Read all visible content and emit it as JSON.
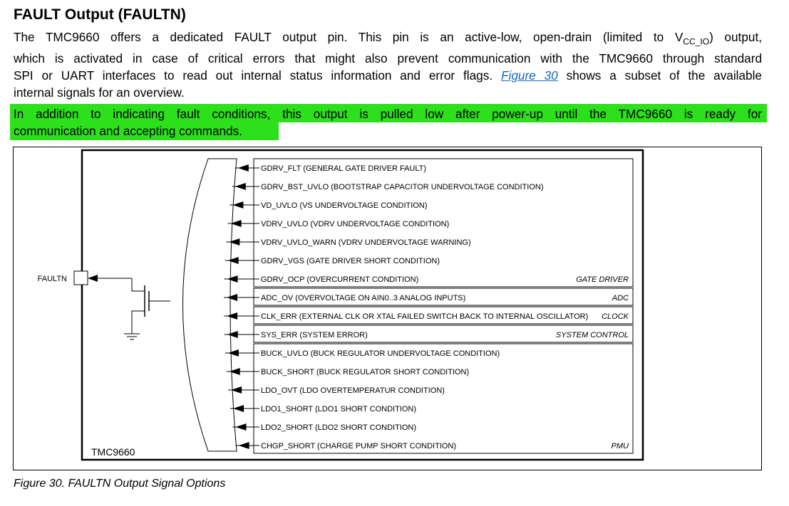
{
  "heading": "FAULT Output (FAULTN)",
  "paragraph1": {
    "line1_a": "The TMC9660 offers a dedicated FAULT output pin. This pin is an active-low, open-drain (limited to V",
    "line1_sub": "CC_IO",
    "line1_b": ") output,",
    "line2": "which is activated in case of critical errors that might also prevent communication with the TMC9660 through standard",
    "line3_a": "SPI or UART interfaces to read out internal status information and error flags.",
    "line3_link": "Figure 30",
    "line3_b": "shows a subset of the available",
    "line4": "internal signals for an overview."
  },
  "paragraph2": {
    "line1": "In addition to indicating fault conditions, this output is pulled low after power-up until the TMC9660 is ready for",
    "line2": "communication and accepting commands.",
    "highlight_color": "#2de01c"
  },
  "diagram": {
    "pin_label": "FAULTN",
    "chip_label": "TMC9660",
    "groups": [
      {
        "label": "GATE DRIVER",
        "signals": [
          "GDRV_FLT (GENERAL GATE DRIVER FAULT)",
          "GDRV_BST_UVLO (BOOTSTRAP CAPACITOR UNDERVOLTAGE CONDITION)",
          "VD_UVLO (VS UNDERVOLTAGE CONDITION)",
          "VDRV_UVLO (VDRV UNDERVOLTAGE CONDITION)",
          "VDRV_UVLO_WARN (VDRV UNDERVOLTAGE WARNING)",
          "GDRV_VGS (GATE DRIVER SHORT CONDITION)",
          "GDRV_OCP (OVERCURRENT CONDITION)"
        ]
      },
      {
        "label": "ADC",
        "signals": [
          "ADC_OV (OVERVOLTAGE ON AIN0..3 ANALOG INPUTS)"
        ]
      },
      {
        "label": "CLOCK",
        "signals": [
          "CLK_ERR (EXTERNAL CLK OR XTAL FAILED SWITCH BACK TO INTERNAL OSCILLATOR)"
        ]
      },
      {
        "label": "SYSTEM CONTROL",
        "signals": [
          "SYS_ERR (SYSTEM ERROR)"
        ]
      },
      {
        "label": "PMU",
        "signals": [
          "BUCK_UVLO (BUCK REGULATOR UNDERVOLTAGE CONDITION)",
          "BUCK_SHORT (BUCK REGULATOR SHORT CONDITION)",
          "LDO_OVT (LDO OVERTEMPERATUR CONDITION)",
          "LDO1_SHORT (LDO1 SHORT CONDITION)",
          "LDO2_SHORT (LDO2 SHORT CONDITION)",
          "CHGP_SHORT (CHARGE PUMP SHORT CONDITION)"
        ]
      }
    ]
  },
  "caption": "Figure 30. FAULTN Output Signal Options"
}
